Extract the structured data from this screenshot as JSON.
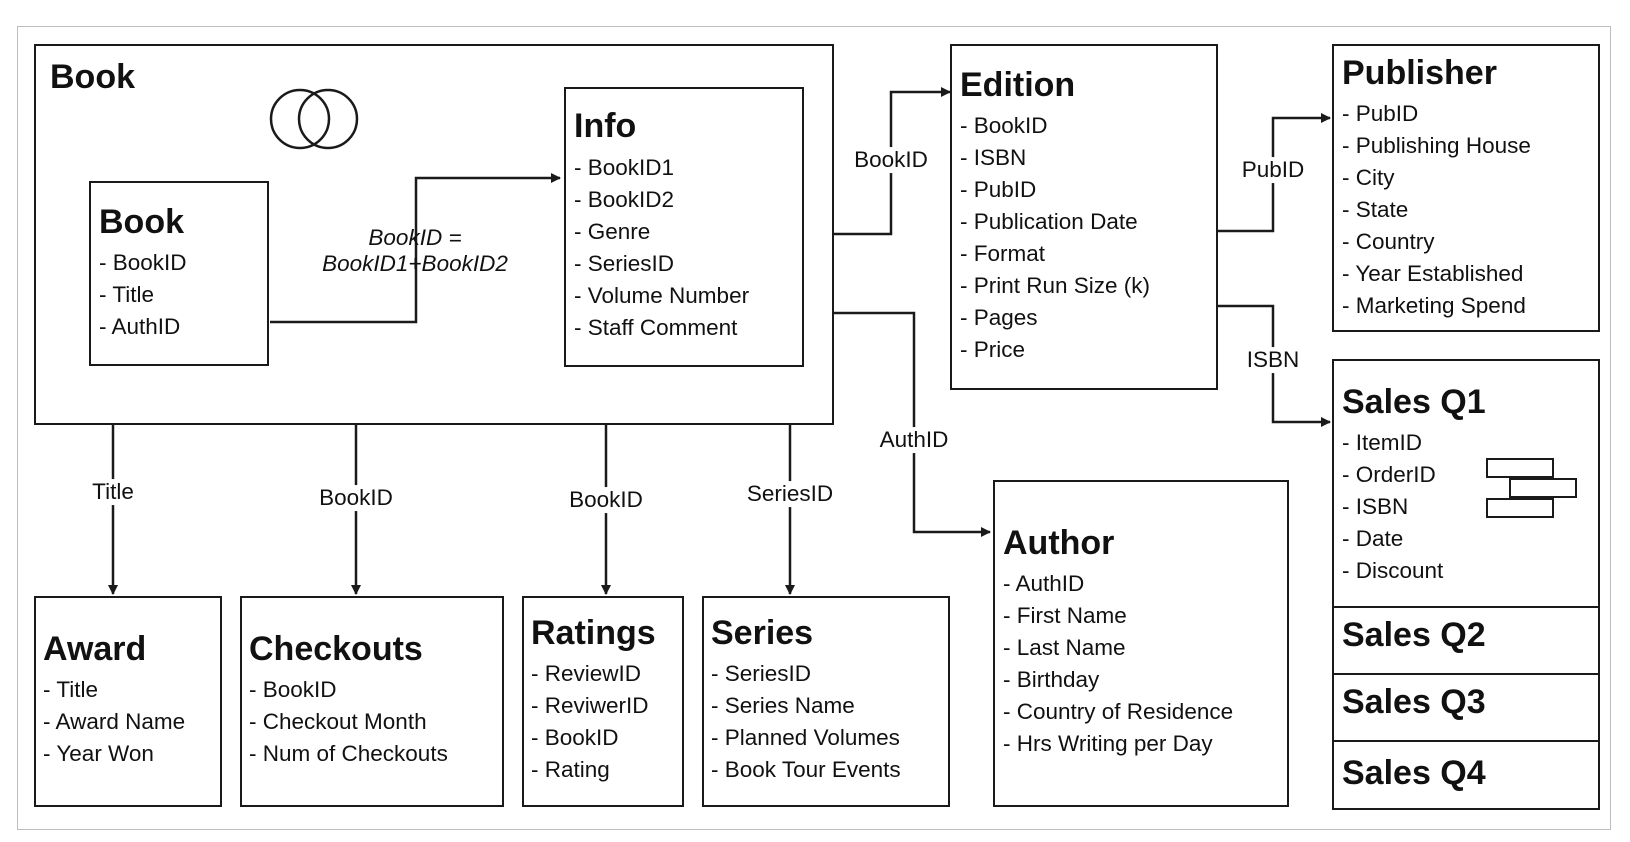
{
  "tables": {
    "book_outer": {
      "title": "Book"
    },
    "book": {
      "title": "Book",
      "fields": [
        "BookID",
        "Title",
        "AuthID"
      ]
    },
    "info": {
      "title": "Info",
      "fields": [
        "BookID1",
        "BookID2",
        "Genre",
        "SeriesID",
        "Volume Number",
        "Staff Comment"
      ]
    },
    "edition": {
      "title": "Edition",
      "fields": [
        "BookID",
        "ISBN",
        "PubID",
        "Publication Date",
        "Format",
        "Print Run Size (k)",
        "Pages",
        "Price"
      ]
    },
    "publisher": {
      "title": "Publisher",
      "fields": [
        "PubID",
        "Publishing House",
        "City",
        "State",
        "Country",
        "Year Established",
        "Marketing Spend"
      ]
    },
    "sales_q1": {
      "title": "Sales Q1",
      "fields": [
        "ItemID",
        "OrderID",
        "ISBN",
        "Date",
        "Discount"
      ]
    },
    "sales_q2": {
      "title": "Sales Q2"
    },
    "sales_q3": {
      "title": "Sales Q3"
    },
    "sales_q4": {
      "title": "Sales Q4"
    },
    "author": {
      "title": "Author",
      "fields": [
        "AuthID",
        "First Name",
        "Last Name",
        "Birthday",
        "Country of Residence",
        "Hrs Writing per Day"
      ]
    },
    "award": {
      "title": "Award",
      "fields": [
        "Title",
        "Award Name",
        "Year Won"
      ]
    },
    "checkouts": {
      "title": "Checkouts",
      "fields": [
        "BookID",
        "Checkout Month",
        "Num of Checkouts"
      ]
    },
    "ratings": {
      "title": "Ratings",
      "fields": [
        "ReviewID",
        "ReviwerID",
        "BookID",
        "Rating"
      ]
    },
    "series": {
      "title": "Series",
      "fields": [
        "SeriesID",
        "Series Name",
        "Planned Volumes",
        "Book Tour Events"
      ]
    }
  },
  "connectors": {
    "book_info_line1": "BookID =",
    "book_info_line2": "BookID1+BookID2",
    "info_edition": "BookID",
    "edition_publisher": "PubID",
    "edition_sales": "ISBN",
    "book_author": "AuthID",
    "book_award": "Title",
    "book_checkouts": "BookID",
    "book_ratings": "BookID",
    "book_series": "SeriesID"
  },
  "icons": [
    "join-venn-icon",
    "partition-bricks-icon"
  ]
}
